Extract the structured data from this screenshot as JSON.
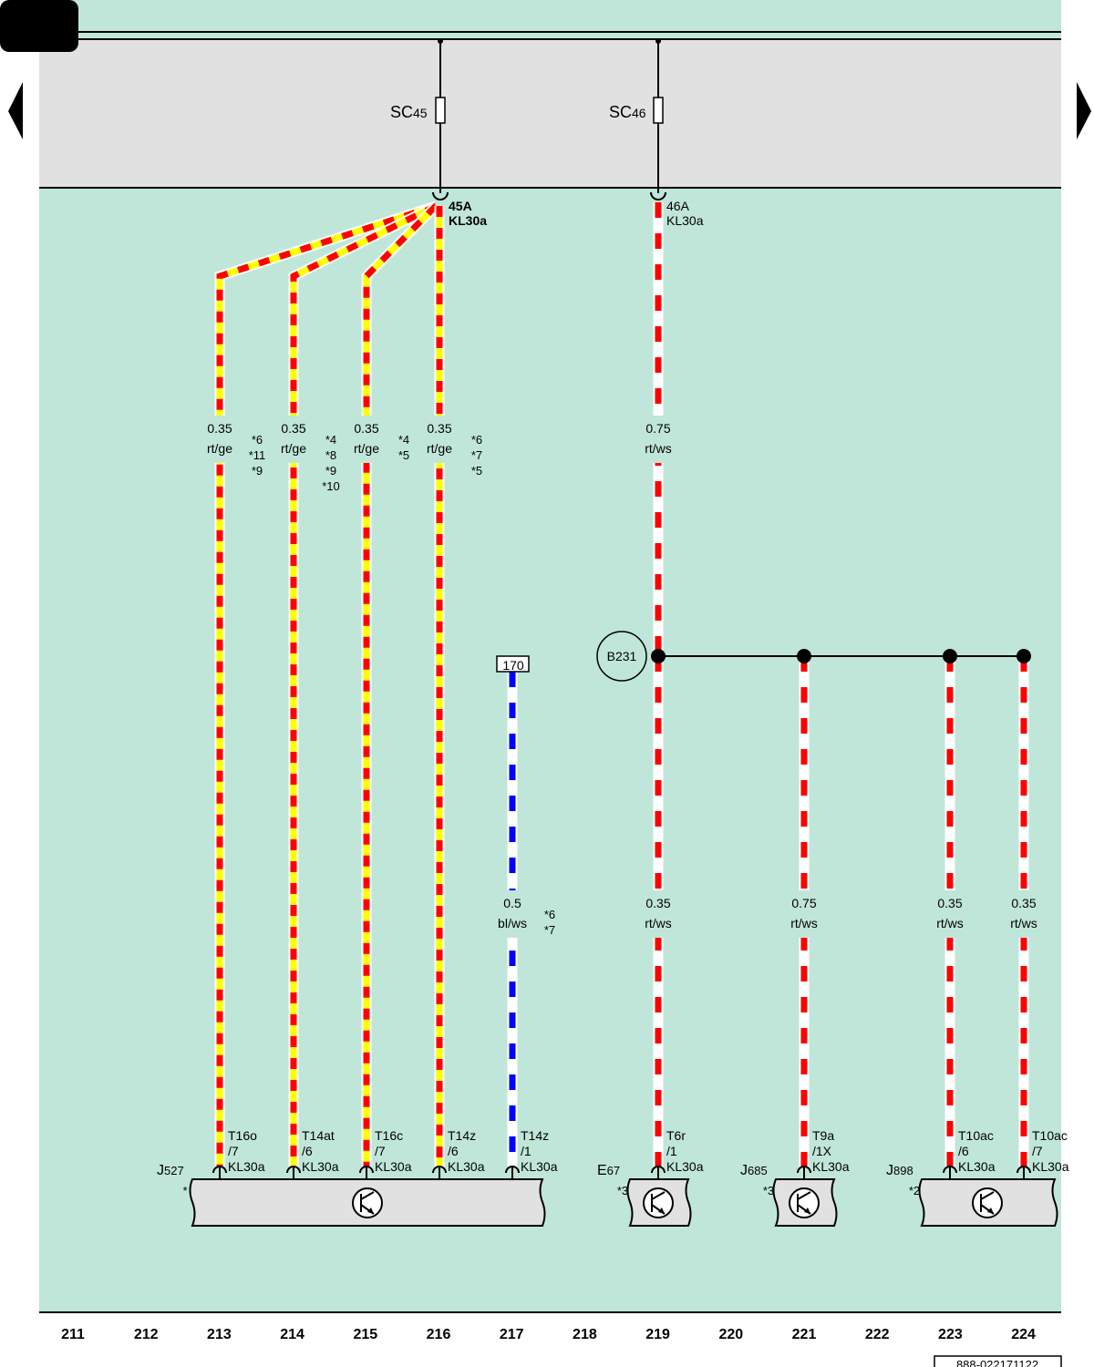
{
  "colors": {
    "background": "#c0e6d9",
    "fuse_box": "#e1e1e1",
    "red": "#ff0000",
    "yellow": "#ffff00",
    "blue": "#0000ff",
    "white": "#ffffff"
  },
  "fuses": [
    {
      "name": "SC",
      "num": "45",
      "terminal": "45A",
      "sub": "KL30a"
    },
    {
      "name": "SC",
      "num": "46",
      "terminal": "46A",
      "sub": "KL30a"
    }
  ],
  "wires": [
    {
      "size": "0.35",
      "color": "rt/ge",
      "notes": [
        "*6",
        "*11",
        "*9"
      ]
    },
    {
      "size": "0.35",
      "color": "rt/ge",
      "notes": [
        "*4",
        "*8",
        "*9",
        "*10"
      ]
    },
    {
      "size": "0.35",
      "color": "rt/ge",
      "notes": [
        "*4",
        "*5"
      ]
    },
    {
      "size": "0.35",
      "color": "rt/ge",
      "notes": [
        "*6",
        "*7",
        "*5"
      ]
    },
    {
      "size": "0.5",
      "color": "bl/ws",
      "notes": [
        "*6",
        "*7"
      ]
    },
    {
      "size": "0.75",
      "color": "rt/ws",
      "notes": []
    },
    {
      "size": "0.35",
      "color": "rt/ws",
      "notes": []
    },
    {
      "size": "0.75",
      "color": "rt/ws",
      "notes": []
    },
    {
      "size": "0.35",
      "color": "rt/ws",
      "notes": []
    },
    {
      "size": "0.35",
      "color": "rt/ws",
      "notes": []
    }
  ],
  "connector_ref": "170",
  "junction": "B231",
  "pins": [
    {
      "conn": "T16o",
      "pin": "/7",
      "sig": "KL30a"
    },
    {
      "conn": "T14at",
      "pin": "/6",
      "sig": "KL30a"
    },
    {
      "conn": "T16c",
      "pin": "/7",
      "sig": "KL30a"
    },
    {
      "conn": "T14z",
      "pin": "/6",
      "sig": "KL30a"
    },
    {
      "conn": "T14z",
      "pin": "/1",
      "sig": "KL30a"
    },
    {
      "conn": "T6r",
      "pin": "/1",
      "sig": "KL30a"
    },
    {
      "conn": "T9a",
      "pin": "/1X",
      "sig": "KL30a"
    },
    {
      "conn": "T10ac",
      "pin": "/6",
      "sig": "KL30a"
    },
    {
      "conn": "T10ac",
      "pin": "/7",
      "sig": "KL30a"
    }
  ],
  "components": [
    {
      "letter": "J",
      "num": "527",
      "note": "*"
    },
    {
      "letter": "E",
      "num": "67",
      "note": "*3"
    },
    {
      "letter": "J",
      "num": "685",
      "note": "*3"
    },
    {
      "letter": "J",
      "num": "898",
      "note": "*2"
    }
  ],
  "columns": [
    "211",
    "212",
    "213",
    "214",
    "215",
    "216",
    "217",
    "218",
    "219",
    "220",
    "221",
    "222",
    "223",
    "224"
  ],
  "doc_id": "888-022171122",
  "nav": {
    "prev": "previous-page",
    "next": "next-page"
  }
}
